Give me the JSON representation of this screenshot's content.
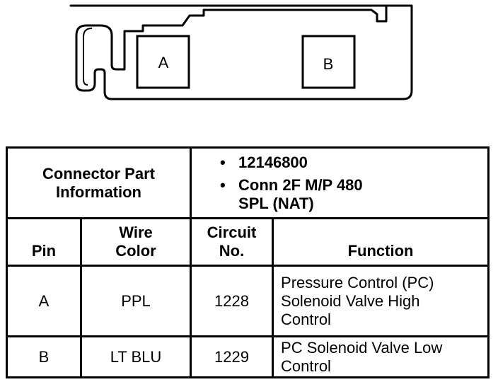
{
  "connector": {
    "cavity_a": "A",
    "cavity_b": "B"
  },
  "table": {
    "part_info_label_line1": "Connector Part",
    "part_info_label_line2": "Information",
    "part_info_items": [
      {
        "bullet": "•",
        "line1": "12146800",
        "line2": ""
      },
      {
        "bullet": "•",
        "line1": "Conn 2F M/P 480",
        "line2": "SPL (NAT)"
      }
    ],
    "headers": {
      "pin": "Pin",
      "wire_color_line1": "Wire",
      "wire_color_line2": "Color",
      "circuit_line1": "Circuit",
      "circuit_line2": "No.",
      "function": "Function"
    },
    "rows": [
      {
        "pin": "A",
        "wire_color": "PPL",
        "circuit": "1228",
        "function_lines": [
          "Pressure Control (PC)",
          "Solenoid Valve High",
          "Control"
        ]
      },
      {
        "pin": "B",
        "wire_color": "LT BLU",
        "circuit": "1229",
        "function_lines": [
          "PC Solenoid Valve Low",
          "Control"
        ]
      }
    ]
  }
}
